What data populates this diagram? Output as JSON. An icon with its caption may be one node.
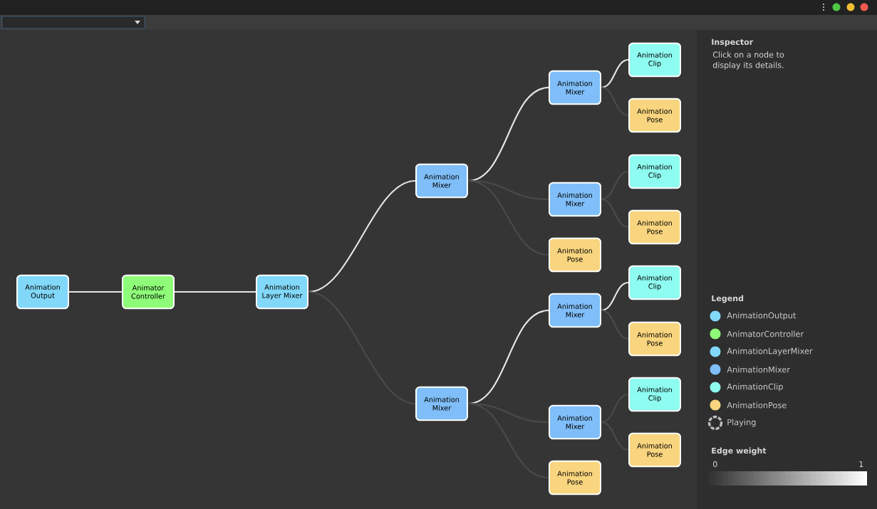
{
  "diagram": {
    "nodes": [
      {
        "text": [
          "Animation Output"
        ]
      },
      {
        "text": [
          "Animator Controller"
        ]
      },
      {
        "text": [
          "Animation Layer Mixer"
        ]
      },
      {
        "text": [
          "Animation Mixer"
        ]
      },
      {
        "text": [
          "Animation Mixer"
        ]
      },
      {
        "text": [
          "Animation Mixer"
        ]
      },
      {
        "text": [
          "Animation Mixer"
        ]
      },
      {
        "text": [
          "Animation Pose"
        ]
      },
      {
        "text": [
          "Animation Mixer"
        ]
      },
      {
        "text": [
          "Animation Mixer"
        ]
      },
      {
        "text": [
          "Animation Pose"
        ]
      },
      {
        "text": [
          "Animation Clip"
        ]
      },
      {
        "text": [
          "Animation Pose"
        ]
      },
      {
        "text": [
          "Animation Clip"
        ]
      },
      {
        "text": [
          "Animation Pose"
        ]
      },
      {
        "text": [
          "Animation Clip"
        ]
      },
      {
        "text": [
          "Animation Pose"
        ]
      },
      {
        "text": [
          "Animation Clip"
        ]
      },
      {
        "text": [
          "Animation Pose"
        ]
      }
    ],
    "edges": [
      {
        "from": 0,
        "to": 1,
        "arrow": "none",
        "color": "#e6e6e6"
      },
      {
        "from": 1,
        "to": 2,
        "arrow": "none",
        "color": "#e6e6e6"
      },
      {
        "from": 2,
        "to": 3,
        "arrow": "none",
        "color": "#e6e6e6"
      },
      {
        "from": 2,
        "to": 4,
        "arrow": "none"
      },
      {
        "from": 3,
        "to": 5,
        "arrow": "none",
        "color": "#e6e6e6"
      },
      {
        "from": 3,
        "to": 6,
        "arrow": "none"
      },
      {
        "from": 3,
        "to": 7,
        "arrow": "none"
      },
      {
        "from": 4,
        "to": 8,
        "arrow": "none",
        "color": "#e6e6e6"
      },
      {
        "from": 4,
        "to": 9,
        "arrow": "none"
      },
      {
        "from": 4,
        "to": 10,
        "arrow": "none"
      },
      {
        "from": 5,
        "to": 11,
        "arrow": "none",
        "color": "#e6e6e6"
      },
      {
        "from": 5,
        "to": 12,
        "arrow": "none"
      },
      {
        "from": 6,
        "to": 13,
        "arrow": "none"
      },
      {
        "from": 6,
        "to": 14,
        "arrow": "none"
      },
      {
        "from": 8,
        "to": 15,
        "arrow": "none",
        "color": "#e6e6e6"
      },
      {
        "from": 8,
        "to": 16,
        "arrow": "none"
      },
      {
        "from": 9,
        "to": 17,
        "arrow": "none"
      },
      {
        "from": 9,
        "to": 18,
        "arrow": "none"
      }
    ],
    "labels": [
      "Inspector",
      "Click on a node to display its details.",
      "Legend",
      "Edge weight",
      "0",
      "1"
    ],
    "legend": [
      {
        "text": "AnimationOutput",
        "color": "#82d8f8"
      },
      {
        "text": "AnimatorController",
        "color": "#8efc78"
      },
      {
        "text": "AnimationLayerMixer",
        "color": "#82d8f8"
      },
      {
        "text": "AnimationMixer",
        "color": "#7fbef8"
      },
      {
        "text": "AnimationClip",
        "color": "#8efcf0"
      },
      {
        "text": "AnimationPose",
        "color": "#f8d57e"
      },
      {
        "text": "Playing"
      }
    ]
  }
}
